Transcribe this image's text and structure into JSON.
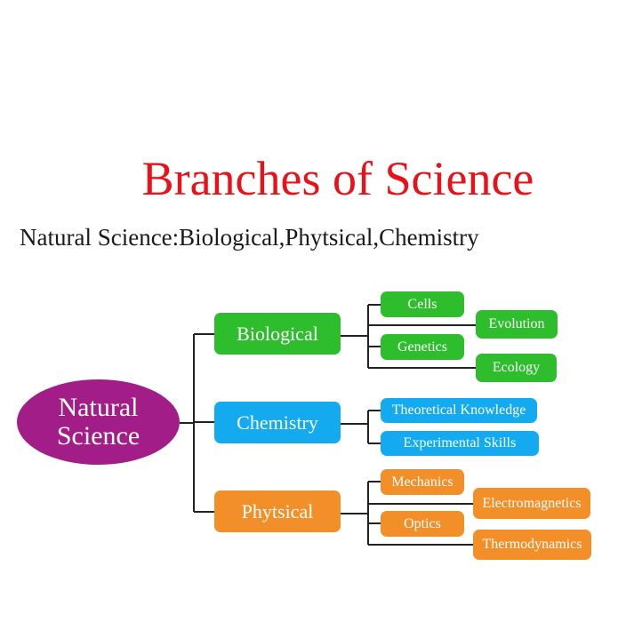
{
  "title": "Branches of Science",
  "subtitle": "Natural Science:Biological,Phytsical,Chemistry",
  "root": {
    "line1": "Natural",
    "line2": "Science",
    "color": "#a31d88"
  },
  "branches": [
    {
      "label": "Biological",
      "color": "#2dbd2d",
      "children": [
        "Cells",
        "Evolution",
        "Genetics",
        "Ecology"
      ]
    },
    {
      "label": "Chemistry",
      "color": "#14aaf0",
      "children": [
        "Theoretical Knowledge",
        "Experimental Skills"
      ]
    },
    {
      "label": "Phytsical",
      "color": "#f28f29",
      "children": [
        "Mechanics",
        "Electromagnetics",
        "Optics",
        "Thermodynamics"
      ]
    }
  ]
}
